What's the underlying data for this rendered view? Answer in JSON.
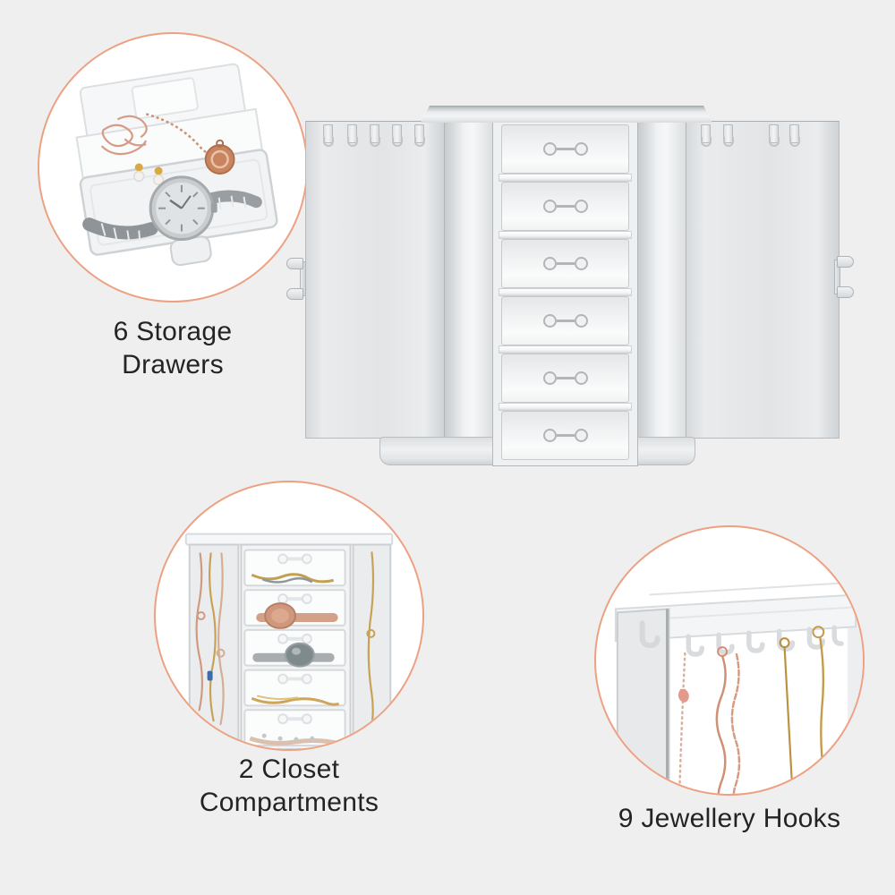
{
  "page": {
    "background_color": "#efefef",
    "accent_color": "#eda183",
    "text_color": "#242424"
  },
  "callouts": {
    "storage_drawers": {
      "line1": "6 Storage",
      "line2": "Drawers"
    },
    "closet_compartments": {
      "line1": "2 Closet",
      "line2": "Compartments"
    },
    "jewellery_hooks": {
      "line1": "9 Jewellery Hooks"
    }
  },
  "colors": {
    "rose_gold": "#cf9076",
    "gold": "#c7a254",
    "silver": "#9aa0a4",
    "acrylic_gray": "#e4e6e8"
  }
}
